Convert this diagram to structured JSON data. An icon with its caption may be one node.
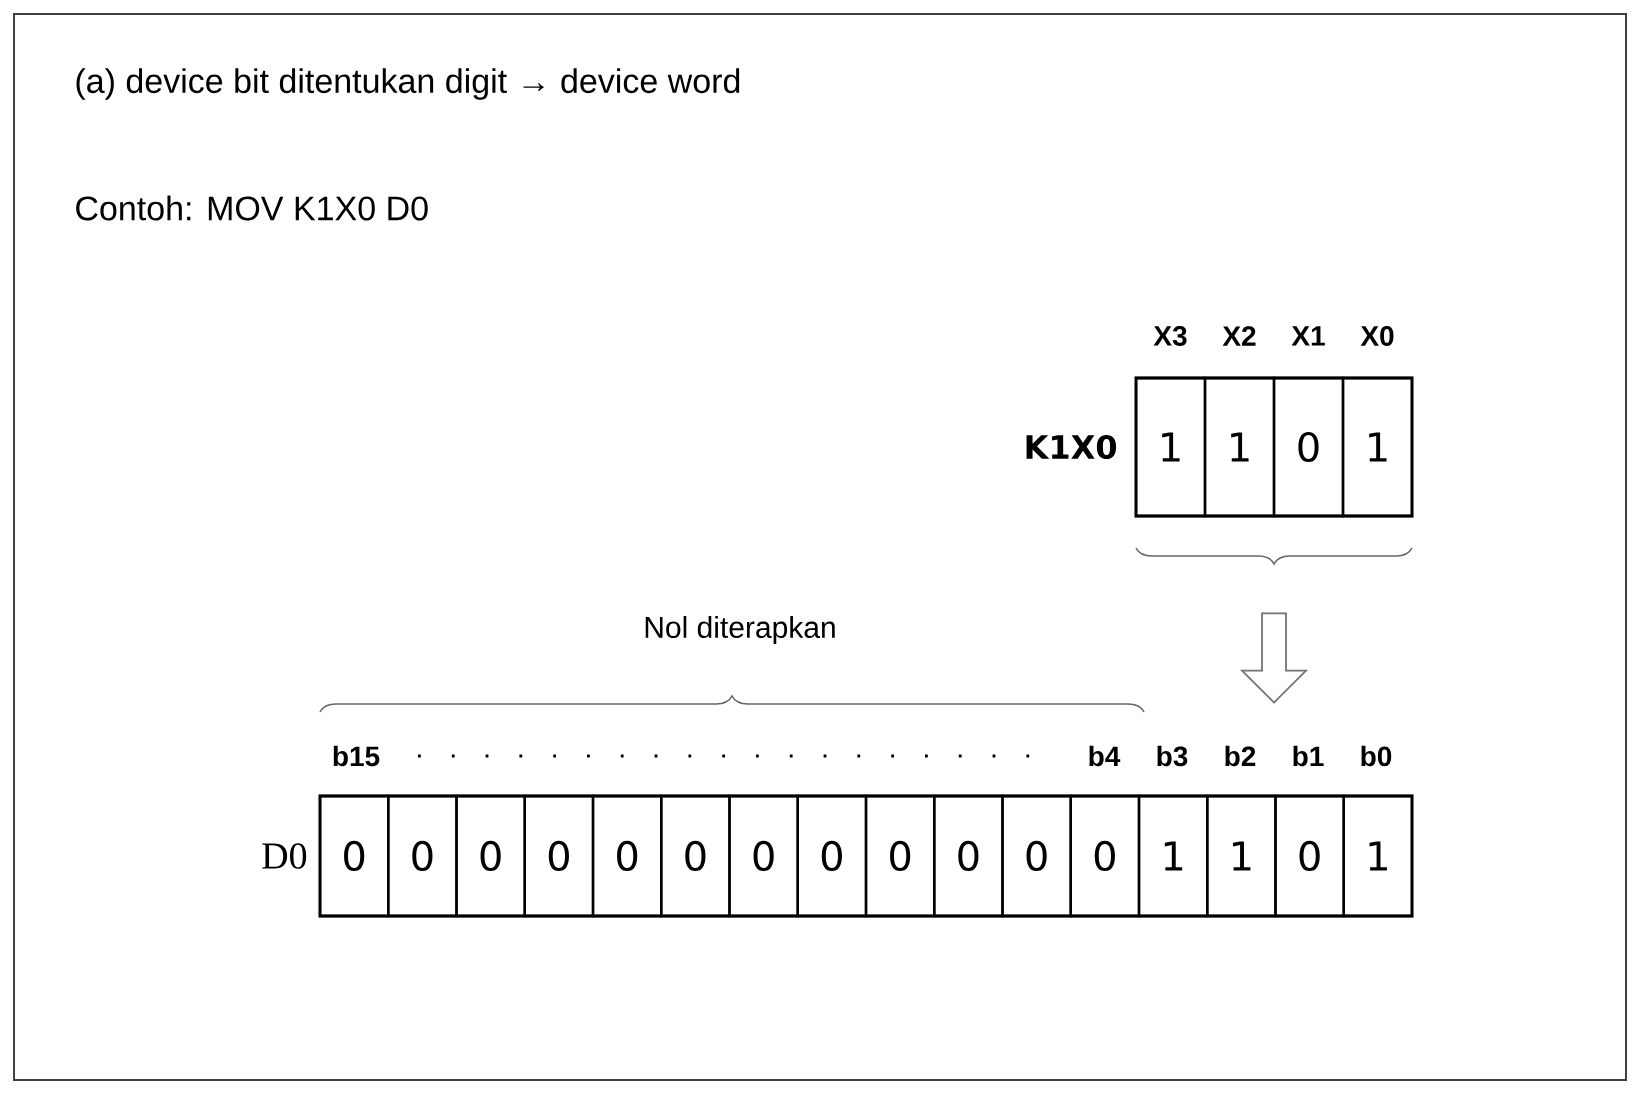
{
  "diagram": {
    "title": "(a) device bit ditentukan digit → device word",
    "nodes": [
      {
        "text": [],
        "shape": "box",
        "beside": [
          "K1X0"
        ]
      },
      {
        "text": [
          "1"
        ],
        "in": 0
      },
      {
        "text": [
          "1"
        ],
        "in": 0
      },
      {
        "text": [
          "0"
        ],
        "in": 0
      },
      {
        "text": [
          "1"
        ],
        "in": 0
      },
      {
        "text": [],
        "shape": "box",
        "beside": [
          "D0"
        ]
      },
      {
        "text": [
          "0"
        ],
        "in": 5
      },
      {
        "text": [
          "0"
        ],
        "in": 5
      },
      {
        "text": [
          "0"
        ],
        "in": 5
      },
      {
        "text": [
          "0"
        ],
        "in": 5
      },
      {
        "text": [
          "0"
        ],
        "in": 5
      },
      {
        "text": [
          "0"
        ],
        "in": 5
      },
      {
        "text": [
          "0"
        ],
        "in": 5
      },
      {
        "text": [
          "0"
        ],
        "in": 5
      },
      {
        "text": [
          "0"
        ],
        "in": 5
      },
      {
        "text": [
          "0"
        ],
        "in": 5
      },
      {
        "text": [
          "0"
        ],
        "in": 5
      },
      {
        "text": [
          "0"
        ],
        "in": 5
      },
      {
        "text": [
          "1"
        ],
        "in": 5
      },
      {
        "text": [
          "1"
        ],
        "in": 5
      },
      {
        "text": [
          "0"
        ],
        "in": 5
      },
      {
        "text": [
          "1"
        ],
        "in": 5
      }
    ],
    "edges": [
      {
        "from": 0,
        "to": 5,
        "arrow": "to"
      }
    ],
    "labels": [
      "Contoh: MOV K1X0 D0",
      "X3",
      "X2",
      "X1",
      "X0",
      "Nol diterapkan",
      "b15",
      "b4",
      "b3",
      "b2",
      "b1",
      "b0"
    ]
  }
}
